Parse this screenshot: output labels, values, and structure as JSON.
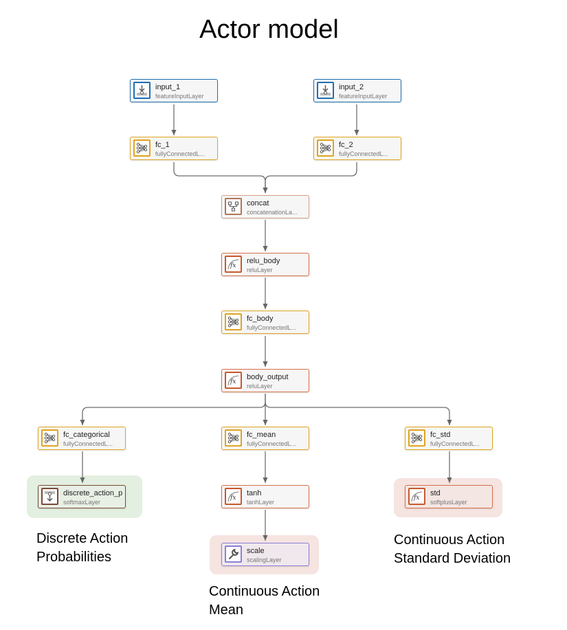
{
  "title": "Actor model",
  "colors": {
    "input": "#1f6fb2",
    "fully_connected": "#e0a420",
    "concatenation": "#b0765a",
    "activation": "#c85a2c",
    "softmax": "#7a4a38",
    "scaling": "#8c80d8",
    "highlight_green": "#e3efe0",
    "highlight_red": "#f6e4e1"
  },
  "nodes": {
    "input_1": {
      "name": "input_1",
      "type": "featureInputLayer",
      "icon": "input-icon"
    },
    "input_2": {
      "name": "input_2",
      "type": "featureInputLayer",
      "icon": "input-icon"
    },
    "fc_1": {
      "name": "fc_1",
      "type": "fullyConnectedL...",
      "icon": "fully-connected-icon"
    },
    "fc_2": {
      "name": "fc_2",
      "type": "fullyConnectedL...",
      "icon": "fully-connected-icon"
    },
    "concat": {
      "name": "concat",
      "type": "concatenationLa...",
      "icon": "concatenation-icon"
    },
    "relu_body": {
      "name": "relu_body",
      "type": "reluLayer",
      "icon": "function-icon"
    },
    "fc_body": {
      "name": "fc_body",
      "type": "fullyConnectedL...",
      "icon": "fully-connected-icon"
    },
    "body_output": {
      "name": "body_output",
      "type": "reluLayer",
      "icon": "function-icon"
    },
    "fc_categorical": {
      "name": "fc_categorical",
      "type": "fullyConnectedL...",
      "icon": "fully-connected-icon"
    },
    "fc_mean": {
      "name": "fc_mean",
      "type": "fullyConnectedL...",
      "icon": "fully-connected-icon"
    },
    "fc_std": {
      "name": "fc_std",
      "type": "fullyConnectedL...",
      "icon": "fully-connected-icon"
    },
    "discrete_action_p": {
      "name": "discrete_action_p",
      "type": "softmaxLayer",
      "icon": "softmax-icon"
    },
    "tanh": {
      "name": "tanh",
      "type": "tanhLayer",
      "icon": "function-icon"
    },
    "std": {
      "name": "std",
      "type": "softplusLayer",
      "icon": "function-icon"
    },
    "scale": {
      "name": "scale",
      "type": "scalingLayer",
      "icon": "wrench-icon"
    }
  },
  "captions": {
    "discrete": [
      "Discrete Action",
      "Probabilities"
    ],
    "mean": [
      "Continuous Action",
      "Mean"
    ],
    "std": [
      "Continuous Action",
      "Standard Deviation"
    ]
  }
}
